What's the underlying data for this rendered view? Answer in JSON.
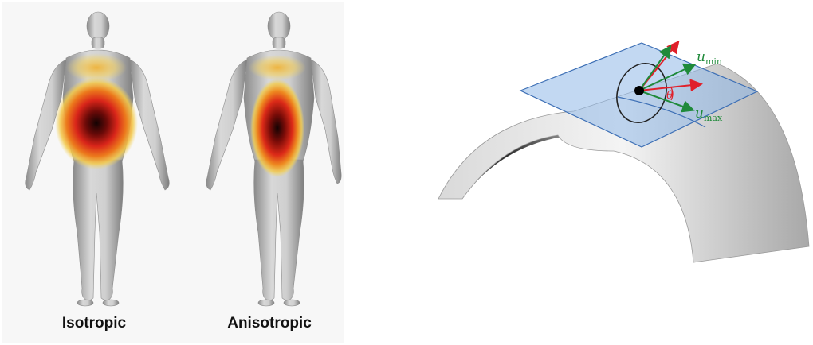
{
  "figure": {
    "left": {
      "captions": [
        "Isotropic",
        "Anisotropic"
      ],
      "colors": {
        "panel_bg": "#f7f7f7",
        "skin": "#bdbdbd",
        "heat_low": "#f2d04a",
        "heat_mid": "#e04a1a",
        "heat_high": "#1a0505"
      }
    },
    "right": {
      "labels": {
        "u_min": "umin",
        "u_max": "umax",
        "theta": "θ"
      },
      "colors": {
        "surface_light": "#f0f0f0",
        "surface_dark": "#3a3a3a",
        "plane": "#8fb8e8",
        "plane_edge": "#3d6fb5",
        "u_arrows": "#1f8a3a",
        "red_arrows": "#e0202a",
        "point": "#000000"
      }
    }
  }
}
